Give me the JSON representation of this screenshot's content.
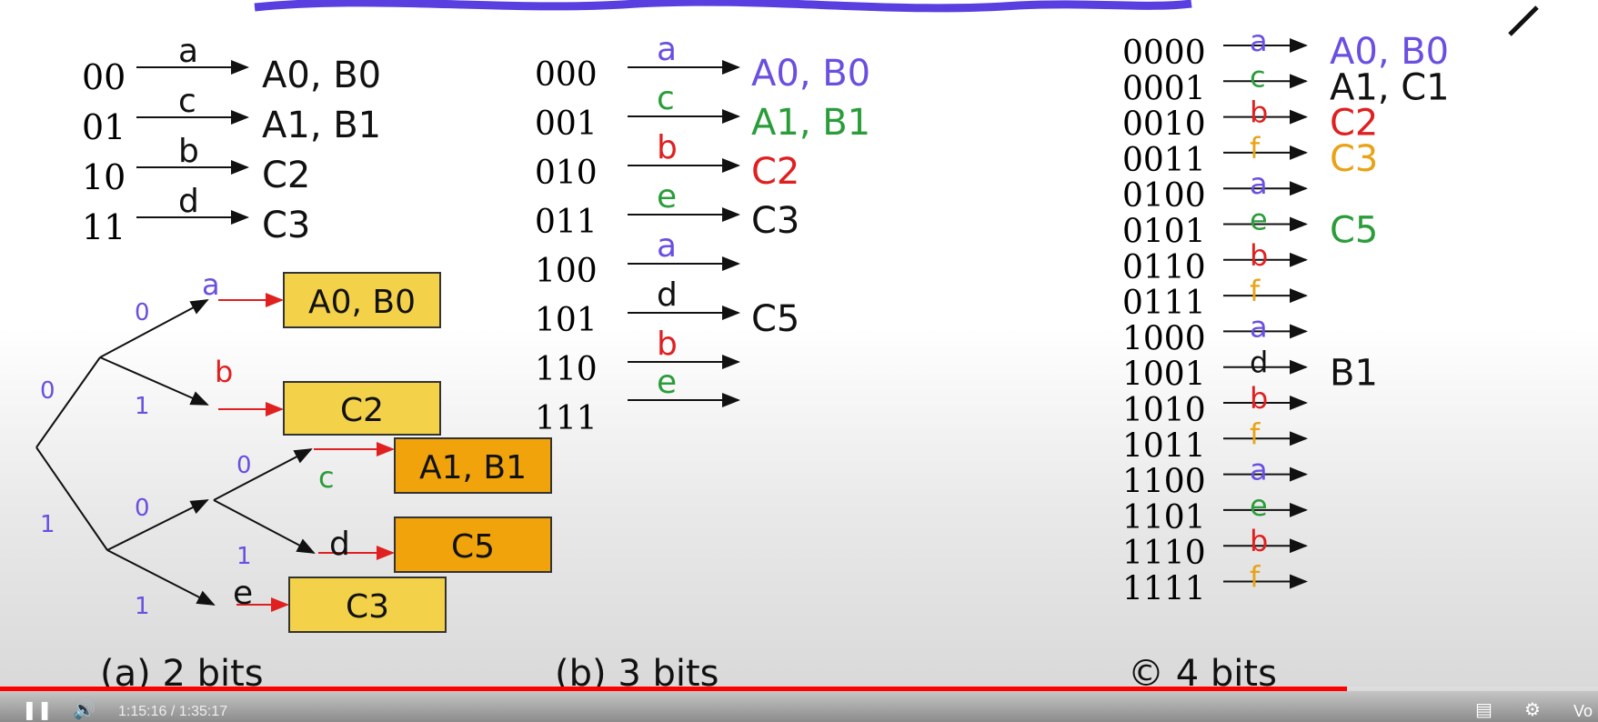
{
  "colors": {
    "blue": "#6a4fe0",
    "green": "#2a9d3a",
    "red": "#e02020",
    "orange": "#e8a317",
    "black": "#111111",
    "box_yellow": "#f3d24a",
    "box_orange": "#f0a30a"
  },
  "captions": {
    "a": "(a) 2 bits",
    "b": "(b) 3 bits",
    "c": "© 4 bits"
  },
  "panel_a": {
    "rows": [
      {
        "code": "00",
        "label": "a",
        "bucket": "A0, B0"
      },
      {
        "code": "01",
        "label": "c",
        "bucket": "A1, B1"
      },
      {
        "code": "10",
        "label": "b",
        "bucket": "C2"
      },
      {
        "code": "11",
        "label": "d",
        "bucket": "C3"
      }
    ],
    "trie": {
      "bits": [
        "0",
        "1",
        "0",
        "1",
        "0",
        "1",
        "0",
        "1"
      ],
      "letters": [
        "a",
        "b",
        "c",
        "d",
        "e"
      ],
      "buckets": [
        "A0, B0",
        "C2",
        "A1, B1",
        "C5",
        "C3"
      ]
    }
  },
  "panel_b": {
    "rows": [
      {
        "code": "000",
        "label": "a",
        "bucket": "A0, B0"
      },
      {
        "code": "001",
        "label": "c",
        "bucket": "A1, B1"
      },
      {
        "code": "010",
        "label": "b",
        "bucket": "C2"
      },
      {
        "code": "011",
        "label": "e",
        "bucket": "C3"
      },
      {
        "code": "100",
        "label": "a",
        "bucket": ""
      },
      {
        "code": "101",
        "label": "d",
        "bucket": "C5"
      },
      {
        "code": "110",
        "label": "b",
        "bucket": ""
      },
      {
        "code": "111",
        "label": "e",
        "bucket": ""
      }
    ]
  },
  "panel_c": {
    "rows": [
      {
        "code": "0000",
        "label": "a",
        "bucket": "A0, B0"
      },
      {
        "code": "0001",
        "label": "c",
        "bucket": "A1, C1"
      },
      {
        "code": "0010",
        "label": "b",
        "bucket": "C2"
      },
      {
        "code": "0011",
        "label": "f",
        "bucket": "C3"
      },
      {
        "code": "0100",
        "label": "a",
        "bucket": ""
      },
      {
        "code": "0101",
        "label": "e",
        "bucket": "C5"
      },
      {
        "code": "0110",
        "label": "b",
        "bucket": ""
      },
      {
        "code": "0111",
        "label": "f",
        "bucket": ""
      },
      {
        "code": "1000",
        "label": "a",
        "bucket": ""
      },
      {
        "code": "1001",
        "label": "d",
        "bucket": "B1"
      },
      {
        "code": "1010",
        "label": "b",
        "bucket": ""
      },
      {
        "code": "1011",
        "label": "f",
        "bucket": ""
      },
      {
        "code": "1100",
        "label": "a",
        "bucket": ""
      },
      {
        "code": "1101",
        "label": "e",
        "bucket": ""
      },
      {
        "code": "1110",
        "label": "b",
        "bucket": ""
      },
      {
        "code": "1111",
        "label": "f",
        "bucket": ""
      }
    ]
  },
  "player": {
    "time": "1:15:16 / 1:35:17",
    "progress_fraction": 0.843,
    "right_label": "Vo"
  }
}
